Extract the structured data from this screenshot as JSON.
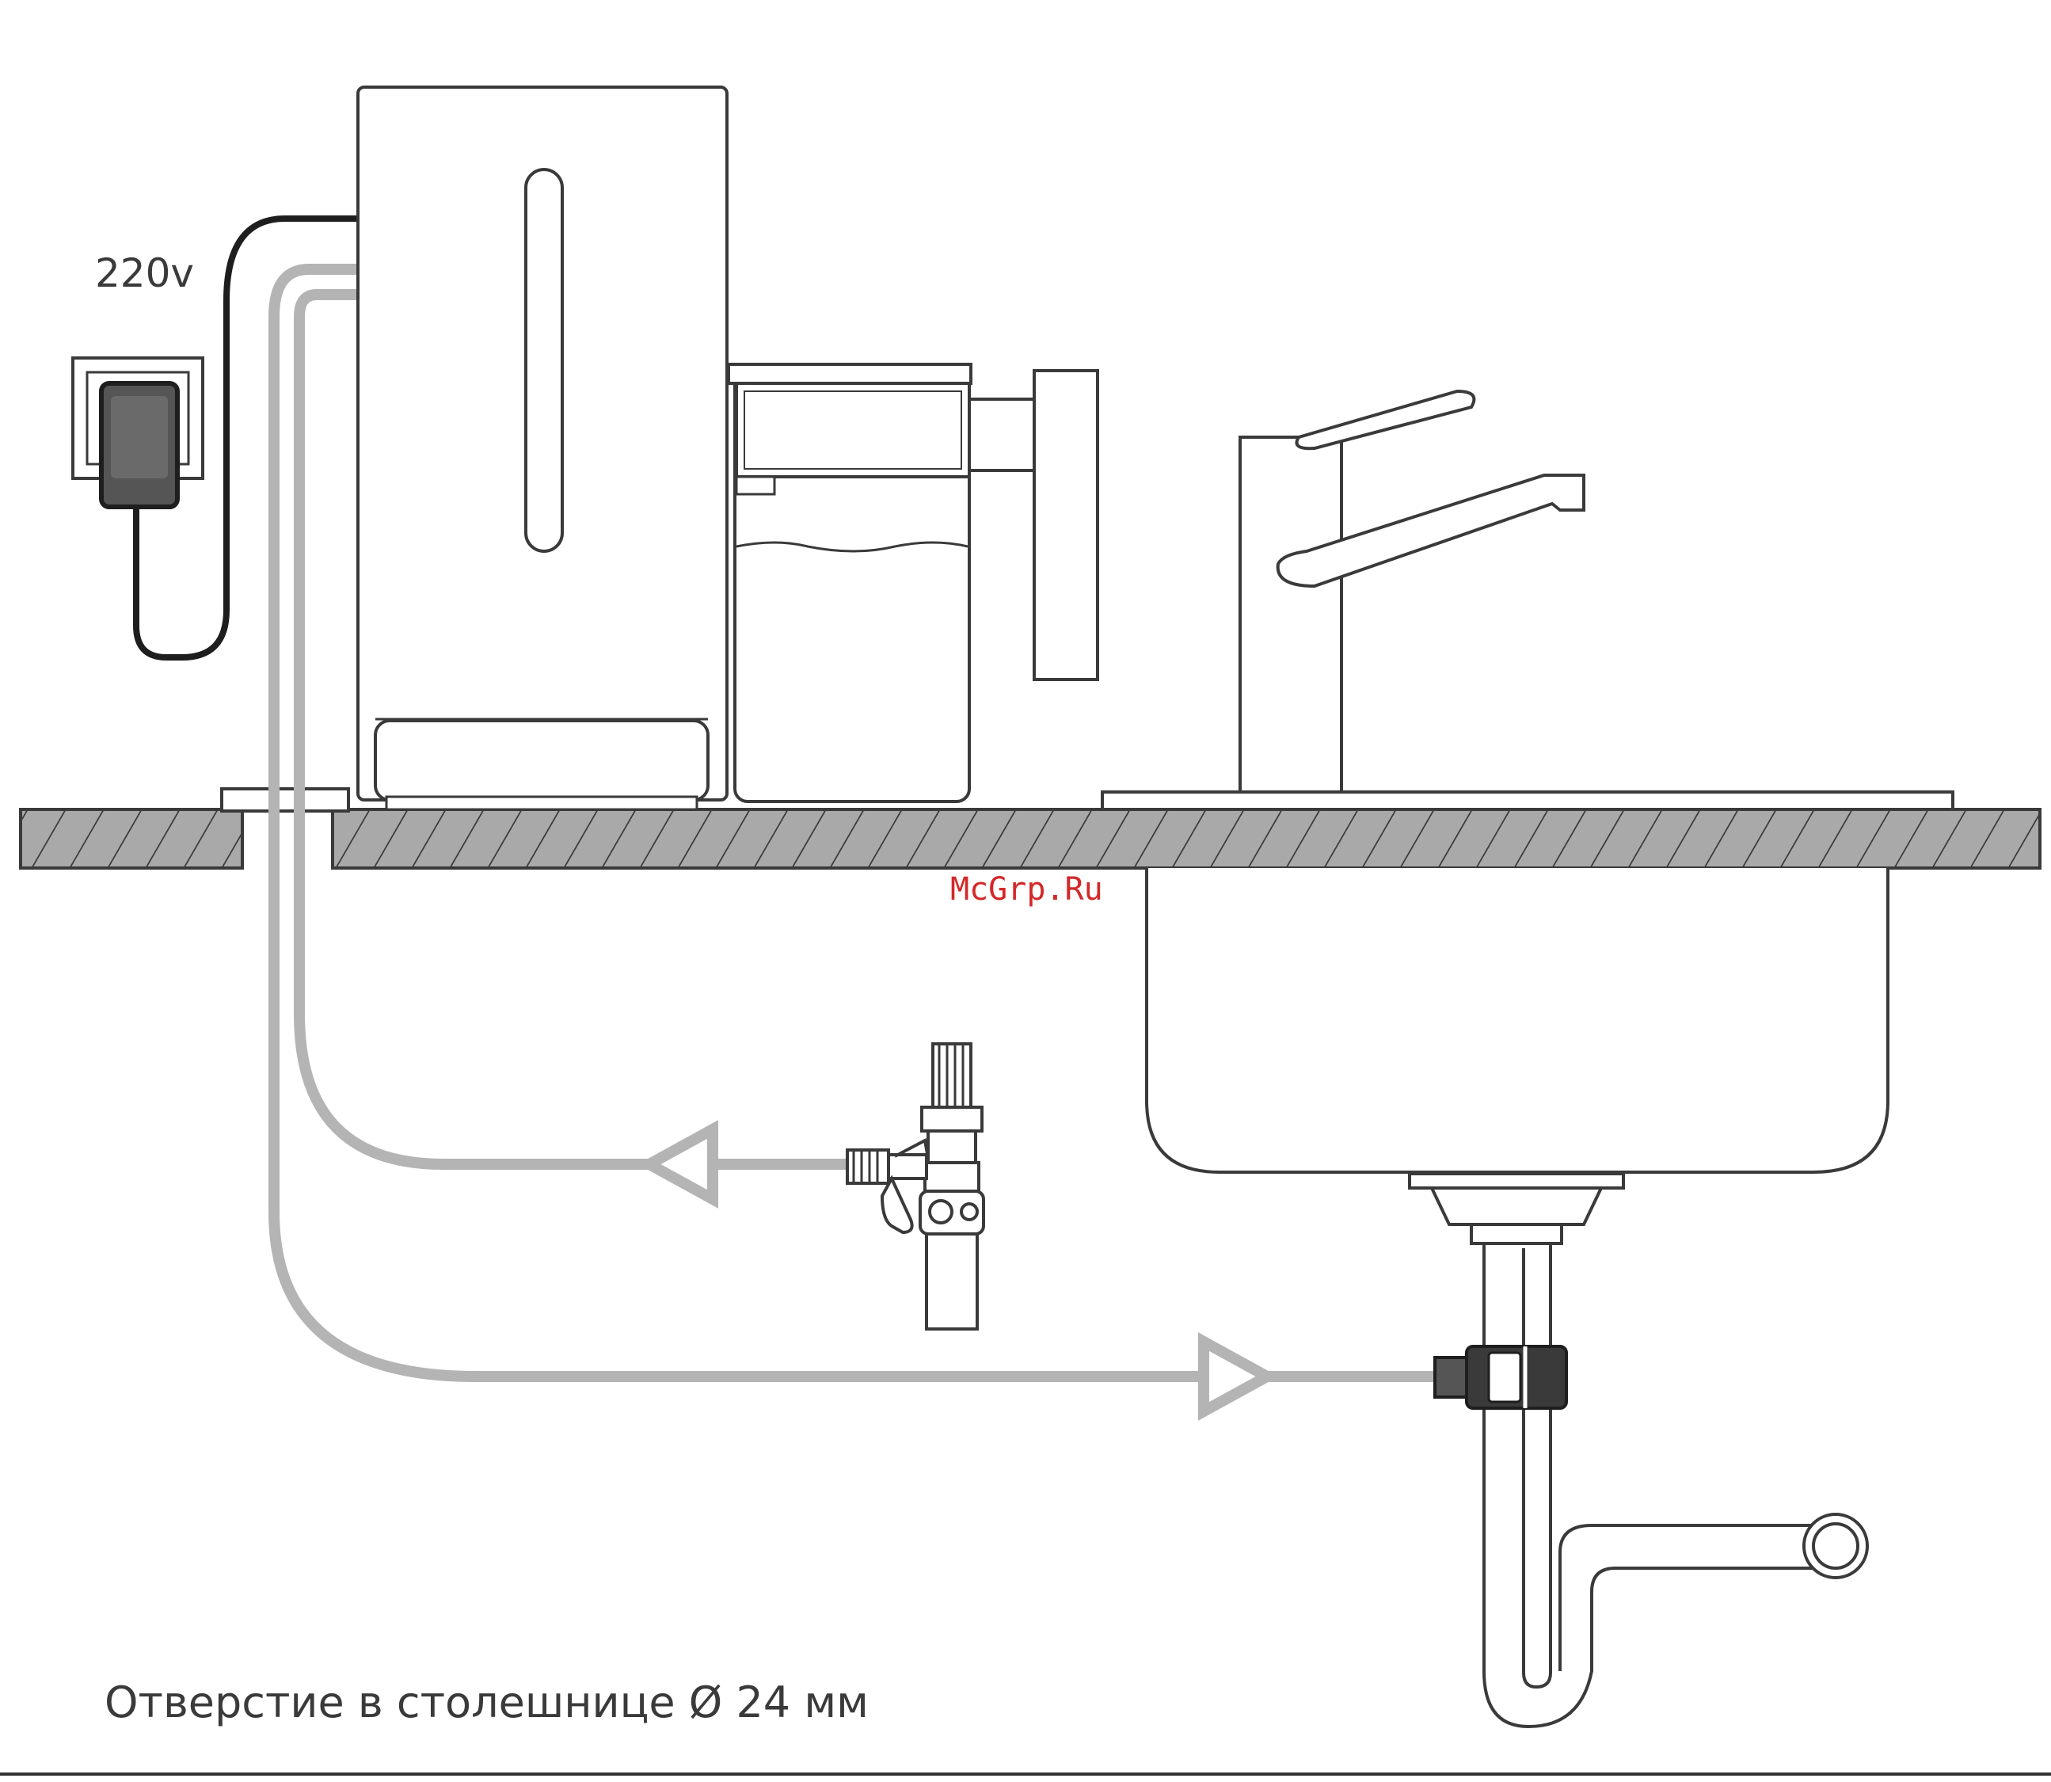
{
  "labels": {
    "voltage": "220v",
    "watermark": "McGrp.Ru",
    "caption": "Отверстие в столешнице Ø 24 мм"
  },
  "colors": {
    "outline": "#3a3a3a",
    "tube": "#b4b4b4",
    "cable": "#1e1e1e",
    "adapter": "#555555",
    "watermark": "#d42828"
  },
  "icons": {
    "power": "power-socket-icon",
    "adapter": "power-adapter-icon",
    "valve": "inlet-valve-icon",
    "drain": "drain-clamp-icon"
  }
}
